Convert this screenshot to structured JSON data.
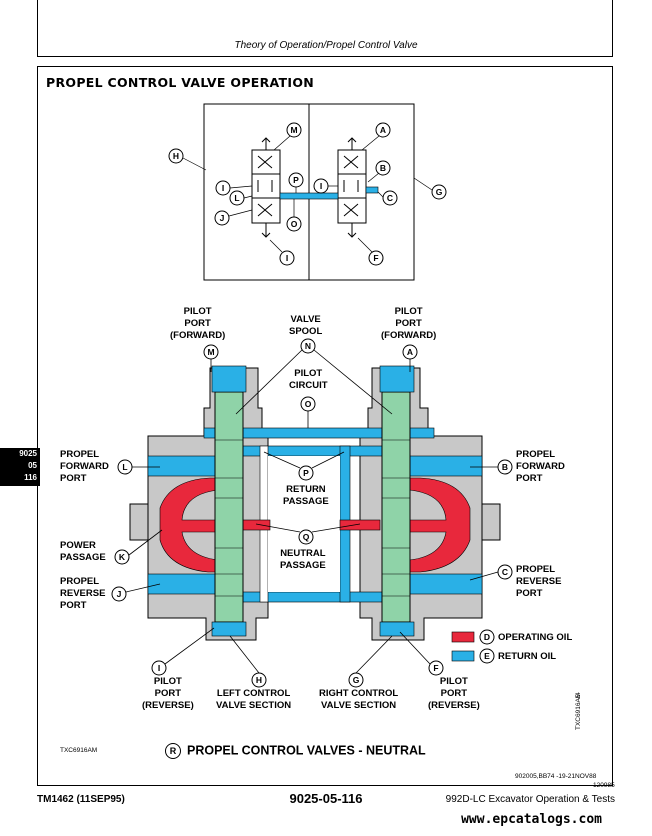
{
  "header": {
    "running_title": "Theory of Operation/Propel Control Valve"
  },
  "section": {
    "title": "PROPEL CONTROL VALVE OPERATION"
  },
  "side_tab": {
    "line1": "9025",
    "line2": "05",
    "line3": "116"
  },
  "schematic": {
    "callouts": [
      "H",
      "M",
      "I",
      "L",
      "J",
      "P",
      "O",
      "I",
      "A",
      "I",
      "B",
      "C",
      "G",
      "F"
    ]
  },
  "labels": {
    "pilot_port_forward_left": [
      "PILOT",
      "PORT",
      "(FORWARD)"
    ],
    "valve_spool": [
      "VALVE",
      "SPOOL"
    ],
    "pilot_port_forward_right": [
      "PILOT",
      "PORT",
      "(FORWARD)"
    ],
    "pilot_circuit": [
      "PILOT",
      "CIRCUIT"
    ],
    "propel_forward_port_left": [
      "PROPEL",
      "FORWARD",
      "PORT"
    ],
    "propel_forward_port_right": [
      "PROPEL",
      "FORWARD",
      "PORT"
    ],
    "return_passage": [
      "RETURN",
      "PASSAGE"
    ],
    "power_passage": [
      "POWER",
      "PASSAGE"
    ],
    "neutral_passage": [
      "NEUTRAL",
      "PASSAGE"
    ],
    "propel_reverse_port_left": [
      "PROPEL",
      "REVERSE",
      "PORT"
    ],
    "propel_reverse_port_right": [
      "PROPEL",
      "REVERSE",
      "PORT"
    ],
    "pilot_port_reverse_left": [
      "PILOT",
      "PORT",
      "(REVERSE)"
    ],
    "left_control_valve_section": [
      "LEFT CONTROL",
      "VALVE SECTION"
    ],
    "right_control_valve_section": [
      "RIGHT CONTROL",
      "VALVE SECTION"
    ],
    "pilot_port_reverse_right": [
      "PILOT",
      "PORT",
      "(REVERSE)"
    ]
  },
  "callout_letters": {
    "M": "M",
    "N": "N",
    "A": "A",
    "O": "O",
    "L": "L",
    "B": "B",
    "P": "P",
    "Q": "Q",
    "K": "K",
    "J": "J",
    "C": "C",
    "I": "I",
    "H": "H",
    "G": "G",
    "F": "F",
    "D": "D",
    "E": "E",
    "R": "R"
  },
  "legend": {
    "operating_oil": "OPERATING OIL",
    "return_oil": "RETURN OIL",
    "operating_color": "#e8283c",
    "return_color": "#2ab0e6"
  },
  "figure": {
    "id": "TXC6916AM",
    "caption": "PROPEL CONTROL VALVES - NEUTRAL",
    "caption_letter": "R",
    "side_id": "TXC6916AM",
    "side_num": "-5-",
    "doc_ref": "902005,BB74",
    "doc_date": "-19-21NOV88",
    "doc_num": "120985"
  },
  "footer": {
    "left": "TM1462 (11SEP95)",
    "center": "9025-05-116",
    "right": "992D-LC Excavator Operation & Tests",
    "watermark": "www.epcatalogs.com"
  }
}
